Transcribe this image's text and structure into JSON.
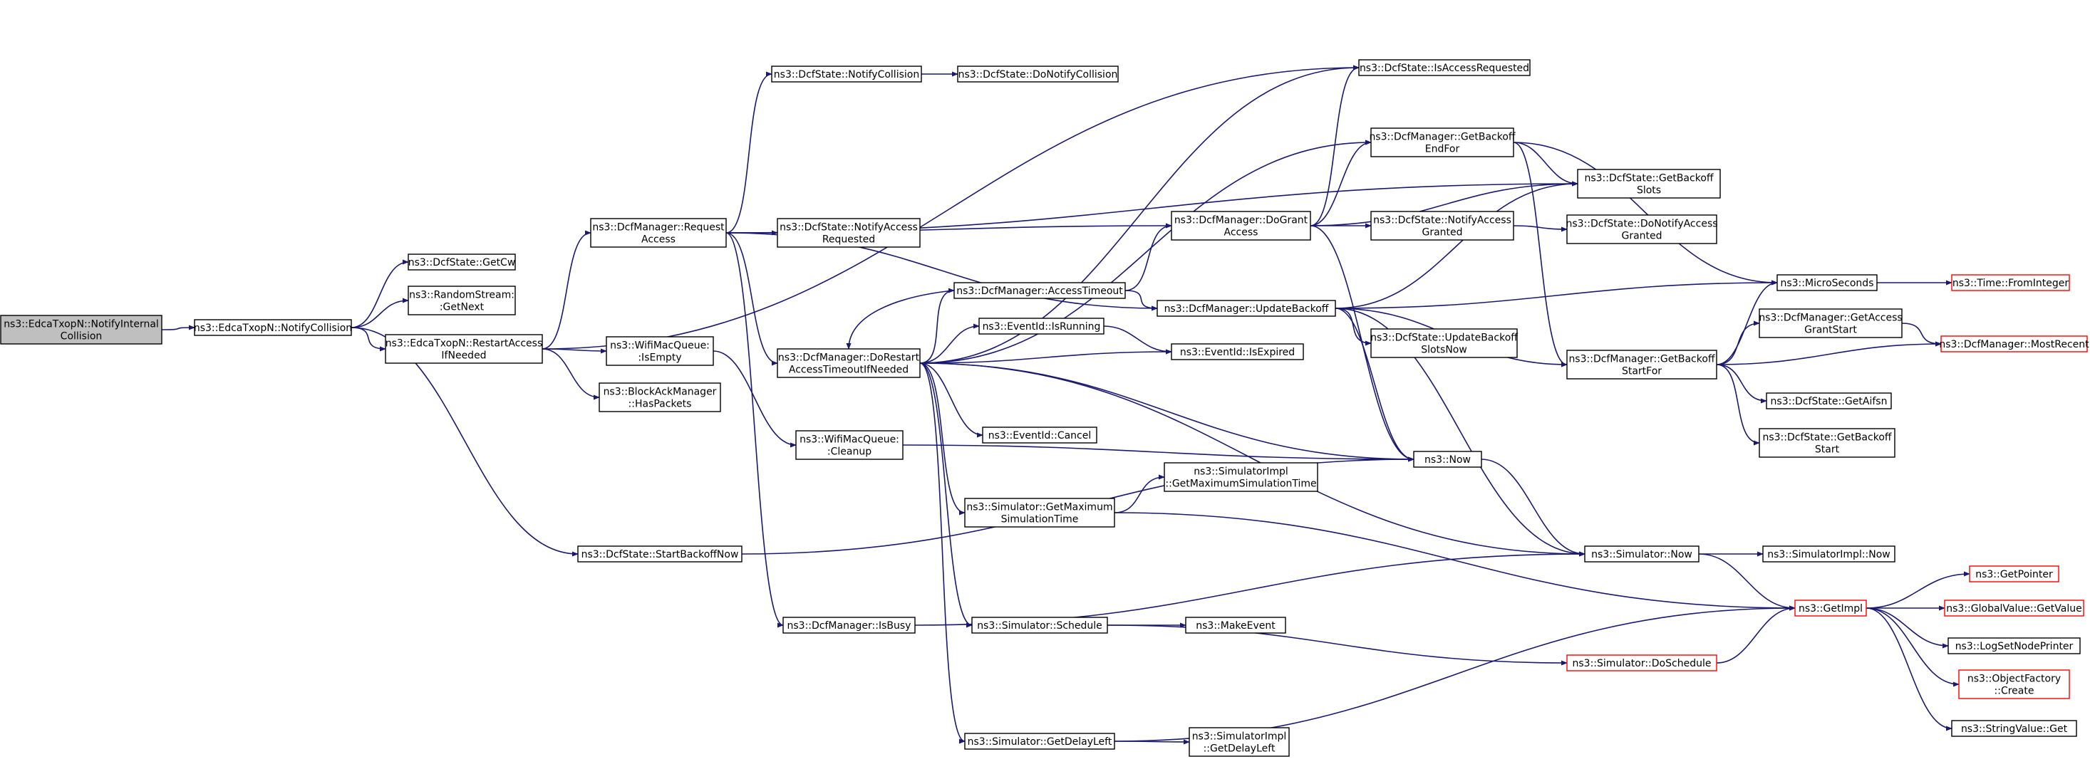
{
  "colors": {
    "edge": "#191970",
    "node_border": "#000000",
    "truncated_border": "#ff0000",
    "root_fill": "#bfbfbf",
    "node_fill": "#ffffff"
  },
  "nodes": [
    {
      "id": "root",
      "lines": [
        "ns3::EdcaTxopN::NotifyInternal",
        "Collision"
      ],
      "style": "root"
    },
    {
      "id": "notifyCollision",
      "lines": [
        "ns3::EdcaTxopN::NotifyCollision"
      ]
    },
    {
      "id": "getCw",
      "lines": [
        "ns3::DcfState::GetCw"
      ]
    },
    {
      "id": "randomStream",
      "lines": [
        "ns3::RandomStream:",
        ":GetNext"
      ]
    },
    {
      "id": "restartAccess",
      "lines": [
        "ns3::EdcaTxopN::RestartAccess",
        "IfNeeded"
      ]
    },
    {
      "id": "startBackoff",
      "lines": [
        "ns3::DcfState::StartBackoffNow"
      ]
    },
    {
      "id": "requestAccess",
      "lines": [
        "ns3::DcfManager::Request",
        "Access"
      ]
    },
    {
      "id": "wifiIsEmpty",
      "lines": [
        "ns3::WifiMacQueue:",
        ":IsEmpty"
      ]
    },
    {
      "id": "blockAck",
      "lines": [
        "ns3::BlockAckManager",
        "::HasPackets"
      ]
    },
    {
      "id": "dcfNotifyCollision",
      "lines": [
        "ns3::DcfState::NotifyCollision"
      ]
    },
    {
      "id": "dcfNotifyAccessReq",
      "lines": [
        "ns3::DcfState::NotifyAccess",
        "Requested"
      ]
    },
    {
      "id": "doRestart",
      "lines": [
        "ns3::DcfManager::DoRestart",
        "AccessTimeoutIfNeeded"
      ]
    },
    {
      "id": "isBusy",
      "lines": [
        "ns3::DcfManager::IsBusy"
      ]
    },
    {
      "id": "cleanup",
      "lines": [
        "ns3::WifiMacQueue:",
        ":Cleanup"
      ]
    },
    {
      "id": "doNotifyCollision",
      "lines": [
        "ns3::DcfState::DoNotifyCollision"
      ]
    },
    {
      "id": "accessTimeout",
      "lines": [
        "ns3::DcfManager::AccessTimeout"
      ]
    },
    {
      "id": "isRunning",
      "lines": [
        "ns3::EventId::IsRunning"
      ]
    },
    {
      "id": "cancel",
      "lines": [
        "ns3::EventId::Cancel"
      ]
    },
    {
      "id": "getMaxSim",
      "lines": [
        "ns3::Simulator::GetMaximum",
        "SimulationTime"
      ]
    },
    {
      "id": "schedule",
      "lines": [
        "ns3::Simulator::Schedule"
      ]
    },
    {
      "id": "getDelayLeft",
      "lines": [
        "ns3::Simulator::GetDelayLeft"
      ]
    },
    {
      "id": "isAccessRequested",
      "lines": [
        "ns3::DcfState::IsAccessRequested"
      ]
    },
    {
      "id": "doGrantAccess",
      "lines": [
        "ns3::DcfManager::DoGrant",
        "Access"
      ]
    },
    {
      "id": "updateBackoff",
      "lines": [
        "ns3::DcfManager::UpdateBackoff"
      ]
    },
    {
      "id": "isExpired",
      "lines": [
        "ns3::EventId::IsExpired"
      ]
    },
    {
      "id": "now",
      "lines": [
        "ns3::Now"
      ]
    },
    {
      "id": "simImplGetMax",
      "lines": [
        "ns3::SimulatorImpl",
        "::GetMaximumSimulationTime"
      ]
    },
    {
      "id": "makeEvent",
      "lines": [
        "ns3::MakeEvent"
      ]
    },
    {
      "id": "simImplDelayLeft",
      "lines": [
        "ns3::SimulatorImpl",
        "::GetDelayLeft"
      ]
    },
    {
      "id": "getBackoffEndFor",
      "lines": [
        "ns3::DcfManager::GetBackoff",
        "EndFor"
      ]
    },
    {
      "id": "dcfNotifyAccessGranted",
      "lines": [
        "ns3::DcfState::NotifyAccess",
        "Granted"
      ]
    },
    {
      "id": "updateBackoffSlotsNow",
      "lines": [
        "ns3::DcfState::UpdateBackoff",
        "SlotsNow"
      ]
    },
    {
      "id": "getBackoffSlots",
      "lines": [
        "ns3::DcfState::GetBackoff",
        "Slots"
      ]
    },
    {
      "id": "doNotifyAccessGranted",
      "lines": [
        "ns3::DcfState::DoNotifyAccess",
        "Granted"
      ]
    },
    {
      "id": "getBackoffStartFor",
      "lines": [
        "ns3::DcfManager::GetBackoff",
        "StartFor"
      ]
    },
    {
      "id": "simNow",
      "lines": [
        "ns3::Simulator::Now"
      ]
    },
    {
      "id": "doSchedule",
      "lines": [
        "ns3::Simulator::DoSchedule"
      ],
      "style": "red"
    },
    {
      "id": "microSeconds",
      "lines": [
        "ns3::MicroSeconds"
      ]
    },
    {
      "id": "getAccessGrantStart",
      "lines": [
        "ns3::DcfManager::GetAccess",
        "GrantStart"
      ]
    },
    {
      "id": "getAifsn",
      "lines": [
        "ns3::DcfState::GetAifsn"
      ]
    },
    {
      "id": "getBackoffStart",
      "lines": [
        "ns3::DcfState::GetBackoff",
        "Start"
      ]
    },
    {
      "id": "simImplNow",
      "lines": [
        "ns3::SimulatorImpl::Now"
      ]
    },
    {
      "id": "getImpl",
      "lines": [
        "ns3::GetImpl"
      ],
      "style": "red"
    },
    {
      "id": "timeFromInteger",
      "lines": [
        "ns3::Time::FromInteger"
      ],
      "style": "red"
    },
    {
      "id": "mostRecent",
      "lines": [
        "ns3::DcfManager::MostRecent"
      ],
      "style": "red"
    },
    {
      "id": "getPointer",
      "lines": [
        "ns3::GetPointer"
      ],
      "style": "red"
    },
    {
      "id": "globalGetValue",
      "lines": [
        "ns3::GlobalValue::GetValue"
      ],
      "style": "red"
    },
    {
      "id": "logSetNodePrinter",
      "lines": [
        "ns3::LogSetNodePrinter"
      ]
    },
    {
      "id": "objectFactoryCreate",
      "lines": [
        "ns3::ObjectFactory",
        "::Create"
      ],
      "style": "red"
    },
    {
      "id": "stringValueGet",
      "lines": [
        "ns3::StringValue::Get"
      ]
    }
  ],
  "edges": [
    [
      "root",
      "notifyCollision"
    ],
    [
      "notifyCollision",
      "getCw"
    ],
    [
      "notifyCollision",
      "randomStream"
    ],
    [
      "notifyCollision",
      "restartAccess"
    ],
    [
      "notifyCollision",
      "startBackoff"
    ],
    [
      "restartAccess",
      "requestAccess"
    ],
    [
      "restartAccess",
      "wifiIsEmpty"
    ],
    [
      "restartAccess",
      "blockAck"
    ],
    [
      "restartAccess",
      "isAccessRequested"
    ],
    [
      "requestAccess",
      "dcfNotifyCollision"
    ],
    [
      "requestAccess",
      "dcfNotifyAccessReq"
    ],
    [
      "requestAccess",
      "doRestart"
    ],
    [
      "requestAccess",
      "isBusy"
    ],
    [
      "requestAccess",
      "doGrantAccess"
    ],
    [
      "requestAccess",
      "updateBackoff"
    ],
    [
      "requestAccess",
      "getBackoffSlots"
    ],
    [
      "wifiIsEmpty",
      "cleanup"
    ],
    [
      "cleanup",
      "now"
    ],
    [
      "dcfNotifyCollision",
      "doNotifyCollision"
    ],
    [
      "doRestart",
      "accessTimeout"
    ],
    [
      "doRestart",
      "isRunning"
    ],
    [
      "doRestart",
      "isExpired"
    ],
    [
      "doRestart",
      "cancel"
    ],
    [
      "doRestart",
      "getMaxSim"
    ],
    [
      "doRestart",
      "schedule"
    ],
    [
      "doRestart",
      "getDelayLeft"
    ],
    [
      "doRestart",
      "now"
    ],
    [
      "doRestart",
      "simNow"
    ],
    [
      "doRestart",
      "isAccessRequested"
    ],
    [
      "doRestart",
      "getBackoffEndFor"
    ],
    [
      "accessTimeout",
      "doRestart"
    ],
    [
      "accessTimeout",
      "doGrantAccess"
    ],
    [
      "accessTimeout",
      "updateBackoff"
    ],
    [
      "isRunning",
      "isExpired"
    ],
    [
      "getMaxSim",
      "simImplGetMax"
    ],
    [
      "getMaxSim",
      "getImpl"
    ],
    [
      "schedule",
      "makeEvent"
    ],
    [
      "schedule",
      "doSchedule"
    ],
    [
      "getDelayLeft",
      "simImplDelayLeft"
    ],
    [
      "getDelayLeft",
      "getImpl"
    ],
    [
      "isBusy",
      "simNow"
    ],
    [
      "startBackoff",
      "now"
    ],
    [
      "doGrantAccess",
      "isAccessRequested"
    ],
    [
      "doGrantAccess",
      "getBackoffEndFor"
    ],
    [
      "doGrantAccess",
      "getBackoffSlots"
    ],
    [
      "doGrantAccess",
      "dcfNotifyAccessGranted"
    ],
    [
      "doGrantAccess",
      "now"
    ],
    [
      "updateBackoff",
      "updateBackoffSlotsNow"
    ],
    [
      "updateBackoff",
      "getBackoffSlots"
    ],
    [
      "updateBackoff",
      "getBackoffStartFor"
    ],
    [
      "updateBackoff",
      "microSeconds"
    ],
    [
      "updateBackoff",
      "now"
    ],
    [
      "updateBackoff",
      "simNow"
    ],
    [
      "getBackoffEndFor",
      "getBackoffSlots"
    ],
    [
      "getBackoffEndFor",
      "getBackoffStartFor"
    ],
    [
      "getBackoffEndFor",
      "microSeconds"
    ],
    [
      "dcfNotifyAccessGranted",
      "doNotifyAccessGranted"
    ],
    [
      "getBackoffStartFor",
      "microSeconds"
    ],
    [
      "getBackoffStartFor",
      "getAccessGrantStart"
    ],
    [
      "getBackoffStartFor",
      "mostRecent"
    ],
    [
      "getBackoffStartFor",
      "getAifsn"
    ],
    [
      "getBackoffStartFor",
      "getBackoffStart"
    ],
    [
      "getAccessGrantStart",
      "mostRecent"
    ],
    [
      "microSeconds",
      "timeFromInteger"
    ],
    [
      "now",
      "simNow"
    ],
    [
      "simNow",
      "simImplNow"
    ],
    [
      "simNow",
      "getImpl"
    ],
    [
      "doSchedule",
      "getImpl"
    ],
    [
      "getImpl",
      "getPointer"
    ],
    [
      "getImpl",
      "globalGetValue"
    ],
    [
      "getImpl",
      "logSetNodePrinter"
    ],
    [
      "getImpl",
      "objectFactoryCreate"
    ],
    [
      "getImpl",
      "stringValueGet"
    ]
  ]
}
